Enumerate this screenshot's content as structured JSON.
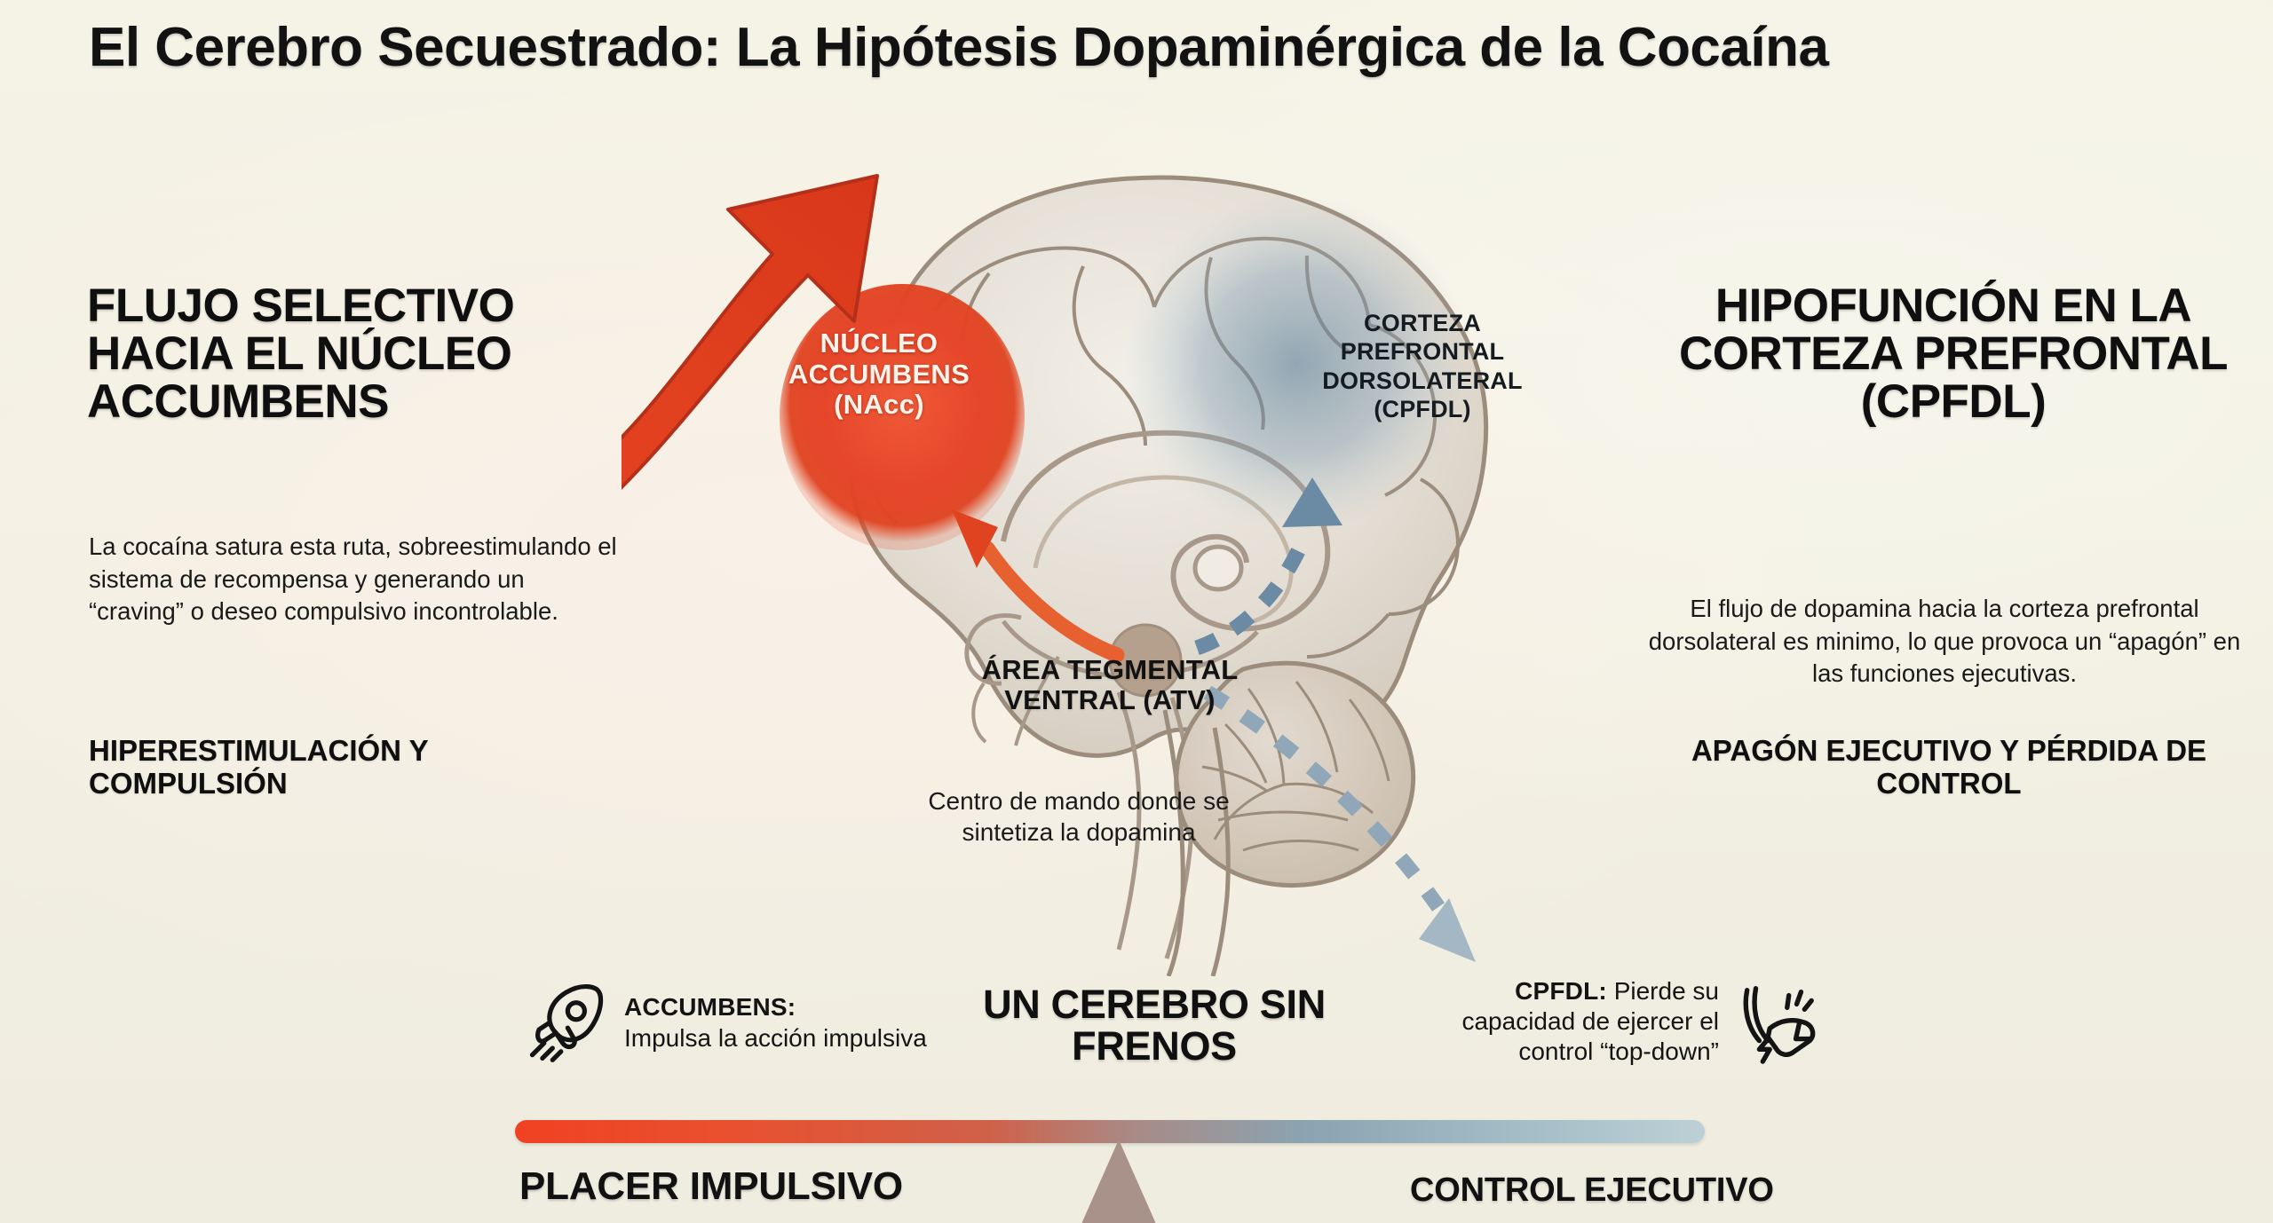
{
  "page": {
    "title": "El Cerebro Secuestrado: La Hipótesis Dopaminérgica de la Cocaína",
    "background_color": "#f3f1e3",
    "accent_red": "#e8472b",
    "accent_blue": "#7f9bb0"
  },
  "left_panel": {
    "heading": "FLUJO SELECTIVO HACIA EL NÚCLEO ACCUMBENS",
    "body": "La cocaína satura esta ruta, sobreestimulando el sistema de recompensa y generando un “craving” o deseo compulsivo incontrolable.",
    "subheading": "HIPERESTIMULACIÓN Y COMPULSIÓN"
  },
  "right_panel": {
    "heading": "HIPOFUNCIÓN EN LA CORTEZA PREFRONTAL (CPFDL)",
    "body": "El flujo de dopamina hacia la corteza prefrontal dorsolateral es minimo, lo que provoca un “apagón” en las funciones ejecutivas.",
    "subheading": "APAGÓN EJECUTIVO Y PÉRDIDA DE CONTROL"
  },
  "diagram": {
    "nacc_label": "NÚCLEO ACCUMBENS (NAcc)",
    "cpfdl_label": "CORTEZA PREFRONTAL DORSOLATERAL (CPFDL)",
    "atv_label": "ÁREA TEGMENTAL VENTRAL (ATV)",
    "atv_sublabel": "Centro de mando donde se sintetiza la dopamina"
  },
  "bottom": {
    "accumbens_title": "ACCUMBENS:",
    "accumbens_text": "Impulsa la acción impulsiva",
    "center_slogan": "UN CEREBRO SIN FRENOS",
    "cpfdl_title": "CPFDL:",
    "cpfdl_text": "Pierde su capacidad de ejercer el control “top-down”",
    "bar_left_label": "PLACER IMPULSIVO",
    "bar_right_label": "CONTROL EJECUTIVO"
  },
  "icons": {
    "rocket": "rocket-icon",
    "brake": "brake-pedal-icon"
  }
}
